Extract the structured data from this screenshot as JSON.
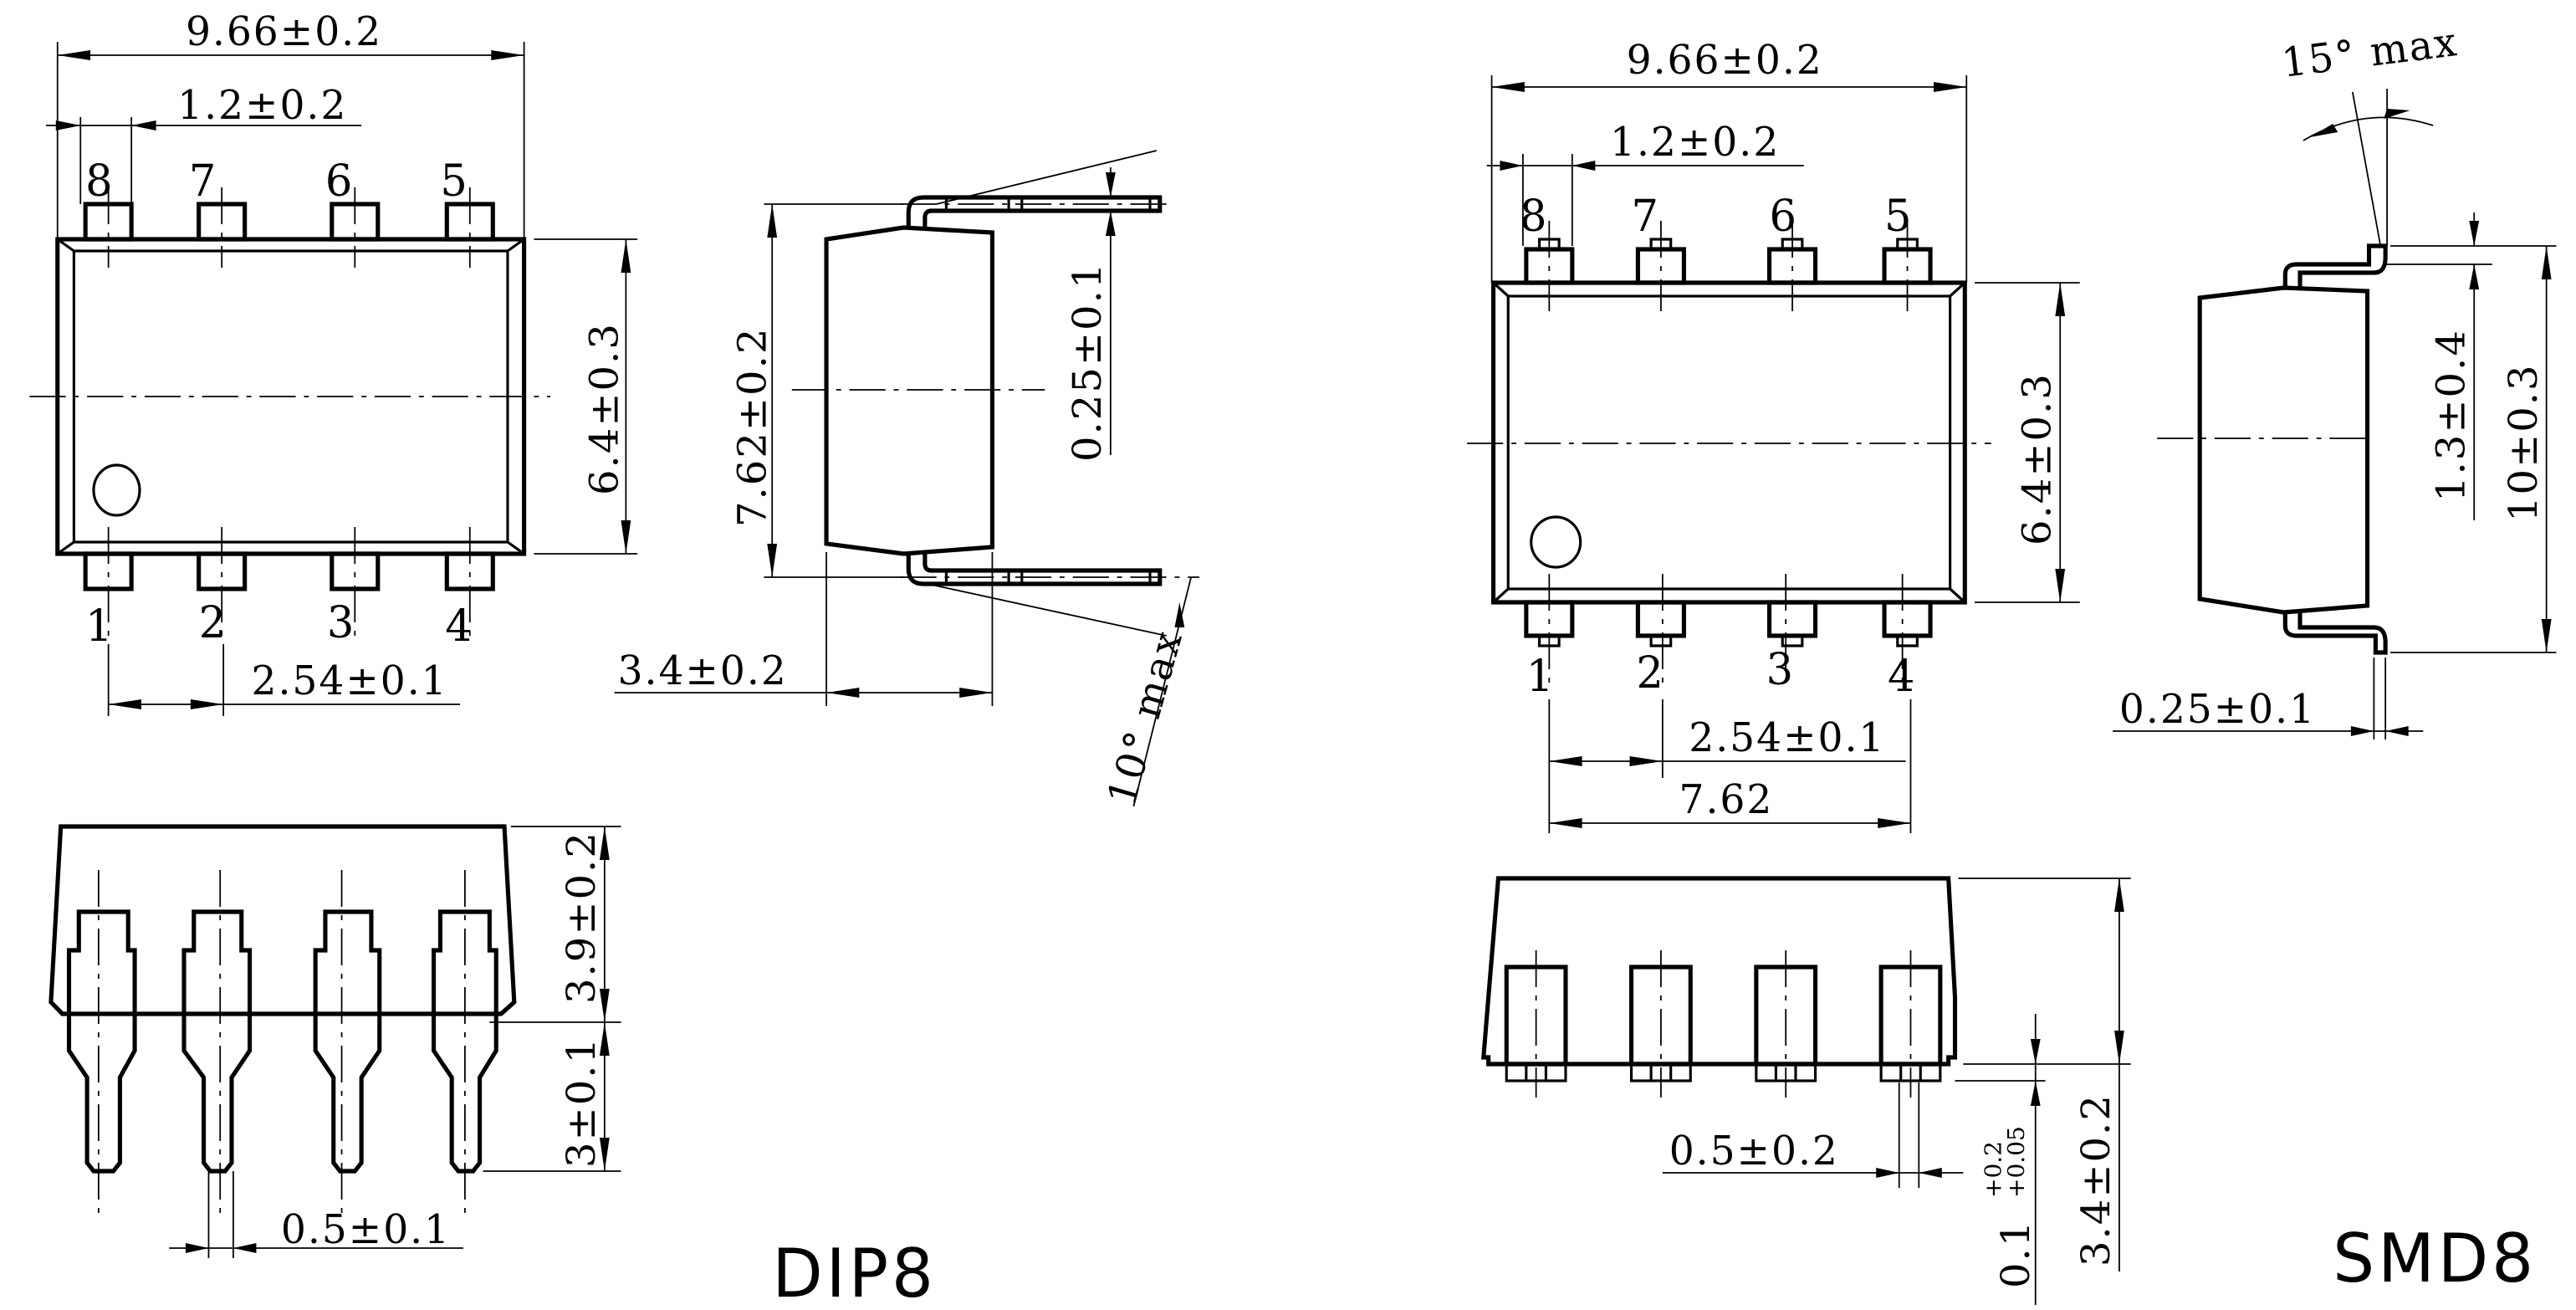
{
  "drawing": {
    "packages": [
      {
        "name": "DIP8",
        "views": {
          "top": {
            "pins_top": [
              "8",
              "7",
              "6",
              "5"
            ],
            "pins_bottom": [
              "1",
              "2",
              "3",
              "4"
            ],
            "dims": {
              "body_length": "9.66±0.2",
              "pin1_offset": "1.2±0.2",
              "body_width": "6.4±0.3",
              "pin_pitch": "2.54±0.1"
            }
          },
          "side": {
            "dims": {
              "row_spacing": "7.62±0.2",
              "lead_thickness": "0.25±0.1",
              "body_height": "3.4±0.2",
              "lead_angle": "10° max"
            }
          },
          "front": {
            "dims": {
              "seated_height": "3.9±0.2",
              "lead_length": "3±0.1",
              "lead_width": "0.5±0.1"
            }
          }
        }
      },
      {
        "name": "SMD8",
        "views": {
          "top": {
            "pins_top": [
              "8",
              "7",
              "6",
              "5"
            ],
            "pins_bottom": [
              "1",
              "2",
              "3",
              "4"
            ],
            "dims": {
              "body_length": "9.66±0.2",
              "pin1_offset": "1.2±0.2",
              "body_width": "6.4±0.3",
              "pin_pitch": "2.54±0.1",
              "row_span": "7.62"
            }
          },
          "side": {
            "dims": {
              "lead_angle": "15° max",
              "foot_length": "1.3±0.4",
              "overall_width": "10±0.3",
              "lead_thickness": "0.25±0.1"
            }
          },
          "front": {
            "dims": {
              "lead_width": "0.5±0.2",
              "standoff_base": "0.1",
              "standoff_tol_upper": "+0.2",
              "standoff_tol_lower": "+0.05",
              "body_height": "3.4±0.2"
            }
          }
        }
      }
    ]
  }
}
